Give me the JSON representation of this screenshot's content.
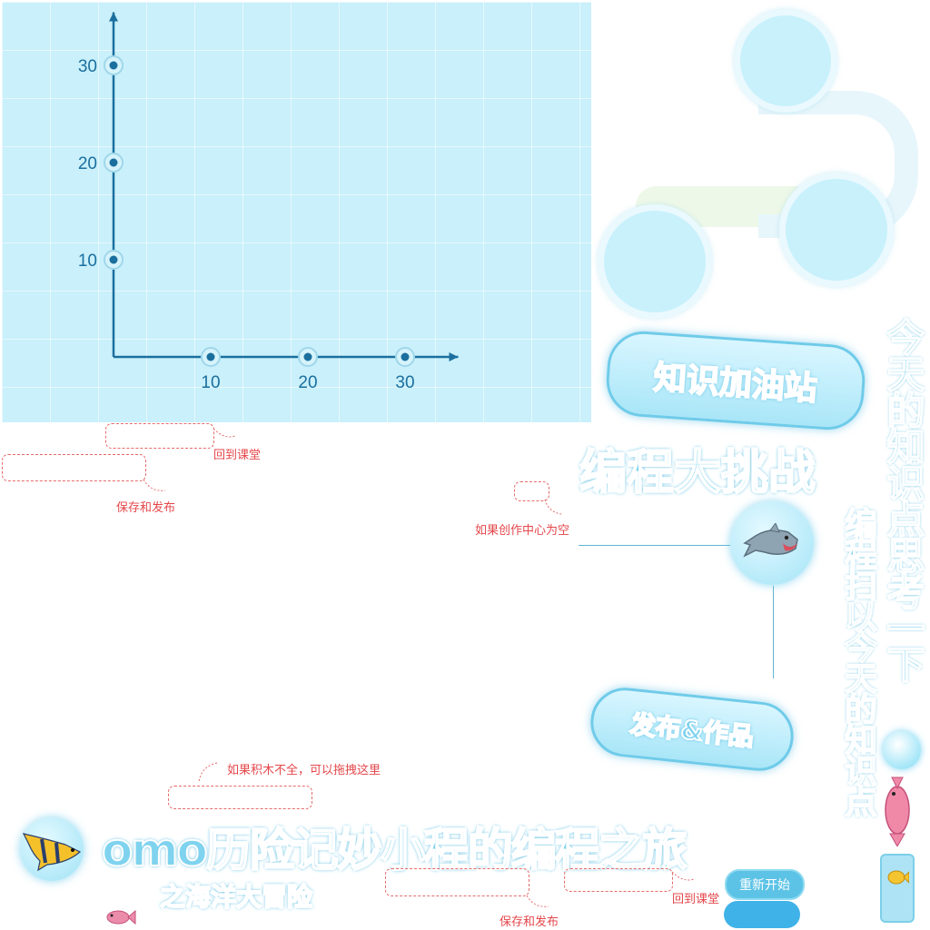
{
  "chart_data": {
    "type": "scatter",
    "x_ticks": [
      "10",
      "20",
      "30"
    ],
    "y_ticks": [
      "10",
      "20",
      "30"
    ],
    "x": [
      10,
      20,
      30
    ],
    "y": [
      10,
      20,
      30
    ],
    "title": "",
    "xlabel": "",
    "ylabel": "",
    "xlim": [
      0,
      35
    ],
    "ylim": [
      0,
      35
    ],
    "grid": true,
    "colors": {
      "axis": "#1b6f9e",
      "background": "#c9f0fb"
    }
  },
  "hints": {
    "back_to_class_1": "回到课堂",
    "save_publish_1": "保存和发布",
    "creation_empty": "如果创作中心为空",
    "blocks_incomplete": "如果积木不全，可以拖拽这里",
    "save_publish_2": "保存和发布",
    "back_to_class_2": "回到课堂"
  },
  "titles": {
    "knowledge_station": "知识加油站",
    "coding_challenge": "编程大挑战",
    "publish_works": "发布&作品",
    "journey": "omo历险记妙小程的编程之旅",
    "ocean_adventure": "之海洋大冒险"
  },
  "vertical": {
    "think": "今天的知识点思考一下",
    "apply": "编程扫以今天的知识点"
  },
  "buttons": {
    "restart": "重新开始",
    "blank": ""
  },
  "icons": {
    "shark": "shark-icon",
    "fish_yellow": "angelfish-icon",
    "fish_pink": "pink-fish-icon",
    "small_fish": "small-fish-icon"
  }
}
